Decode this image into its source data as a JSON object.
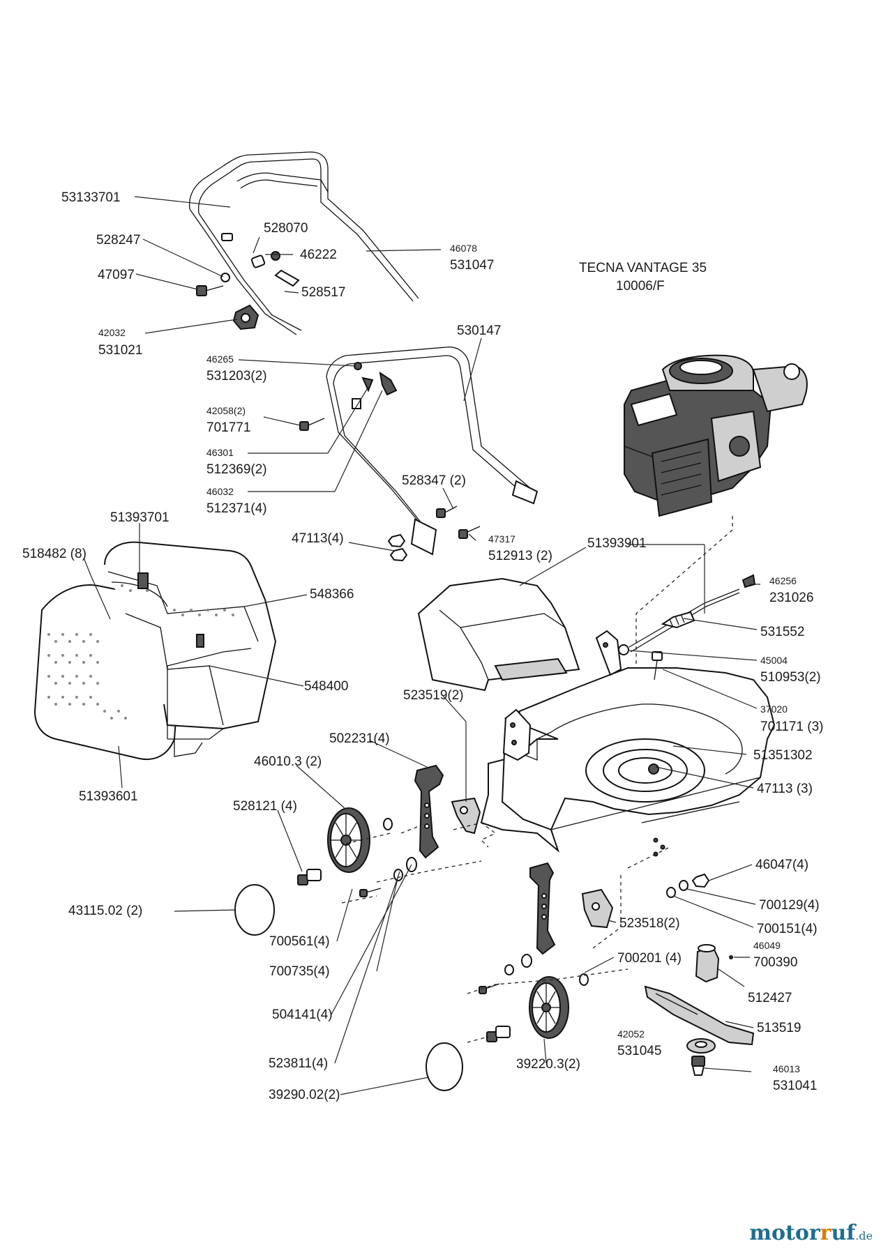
{
  "labels": {
    "p53133701": "53133701",
    "p528247": "528247",
    "p528070": "528070",
    "p46222": "46222",
    "p47097": "47097",
    "p528517": "528517",
    "p42032": "42032",
    "p531021": "531021",
    "p46078": "46078",
    "p531047": "531047",
    "p530147": "530147",
    "p46265": "46265",
    "p531203": "531203(2)",
    "p42058": "42058(2)",
    "p701771": "701771",
    "p46301": "46301",
    "p512369": "512369(2)",
    "p46032": "46032",
    "p512371": "512371(4)",
    "p528347": "528347 (2)",
    "p47317": "47317",
    "p512913": "512913 (2)",
    "p47113a": "47113(4)",
    "p51393701": "51393701",
    "p518482": "518482 (8)",
    "p548366": "548366",
    "p548400": "548400",
    "p51393601": "51393601",
    "p51393901": "51393901",
    "engine1": "TECNA VANTAGE 35",
    "engine2": "10006/F",
    "p46256": "46256",
    "p231026": "231026",
    "p531552": "531552",
    "p45004": "45004",
    "p510953": "510953(2)",
    "p37020": "37020",
    "p701171": "701171 (3)",
    "p51351302": "51351302",
    "p47113b": "47113 (3)",
    "p523519": "523519(2)",
    "p502231": "502231(4)",
    "p46010": "46010.3 (2)",
    "p528121": "528121 (4)",
    "p46047": "46047(4)",
    "p700129": "700129(4)",
    "p700151": "700151(4)",
    "p523518": "523518(2)",
    "p43115": "43115.02 (2)",
    "p700561": "700561(4)",
    "p700735": "700735(4)",
    "p700201": "700201 (4)",
    "p46049": "46049",
    "p700390": "700390",
    "p512427": "512427",
    "p504141": "504141(4)",
    "p513519": "513519",
    "p42052": "42052",
    "p531045": "531045",
    "p523811": "523811(4)",
    "p39220": "39220.3(2)",
    "p46013": "46013",
    "p531041": "531041",
    "p39290": "39290.02(2)"
  },
  "watermark": {
    "name_a": "motor",
    "name_b": "uf",
    "dot": "r",
    "tld": ".de"
  }
}
